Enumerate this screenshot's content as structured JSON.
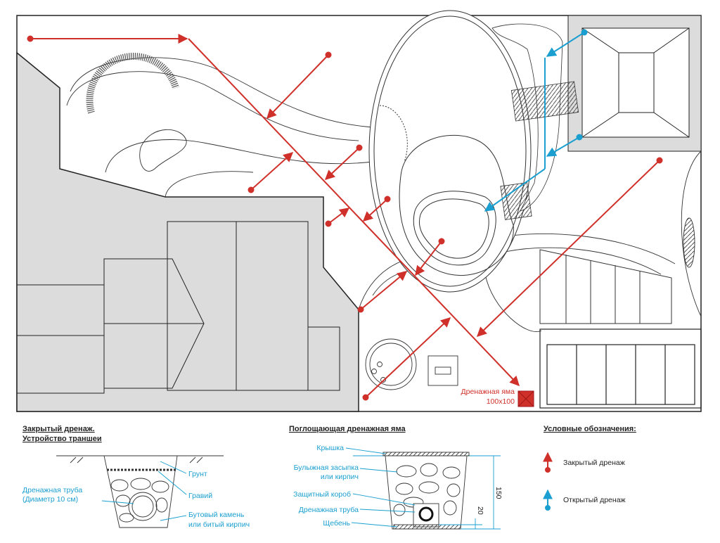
{
  "colors": {
    "closed_drain": "#d0302a",
    "open_drain": "#1a9fd0",
    "building": "#dcdcdc",
    "line": "#222222"
  },
  "plan": {
    "pit_label": "Дренажная яма",
    "pit_size": "100x100"
  },
  "trench": {
    "title_line1": "Закрытый дренаж.",
    "title_line2": "Устройство траншеи",
    "labels": {
      "soil": "Грунт",
      "gravel": "Гравий",
      "pipe_line1": "Дренажная труба",
      "pipe_line2": "(Диаметр 10 см)",
      "stone_line1": "Бутовый камень",
      "stone_line2": "или битый кирпич"
    }
  },
  "pit": {
    "title": "Поглощающая дренажная яма",
    "labels": {
      "lid": "Крышка",
      "fill_line1": "Булыжная засыпка",
      "fill_line2": "или кирпич",
      "box": "Защитный короб",
      "pipe": "Дренажная труба",
      "rubble": "Щебень"
    },
    "dimensions": {
      "total": "150",
      "bottom": "20"
    }
  },
  "legend": {
    "title": "Условные обозначения:",
    "items": [
      {
        "label": "Закрытый дренаж",
        "icon": "red-arrow-icon"
      },
      {
        "label": "Открытый дренаж",
        "icon": "blue-arrow-icon"
      }
    ]
  }
}
